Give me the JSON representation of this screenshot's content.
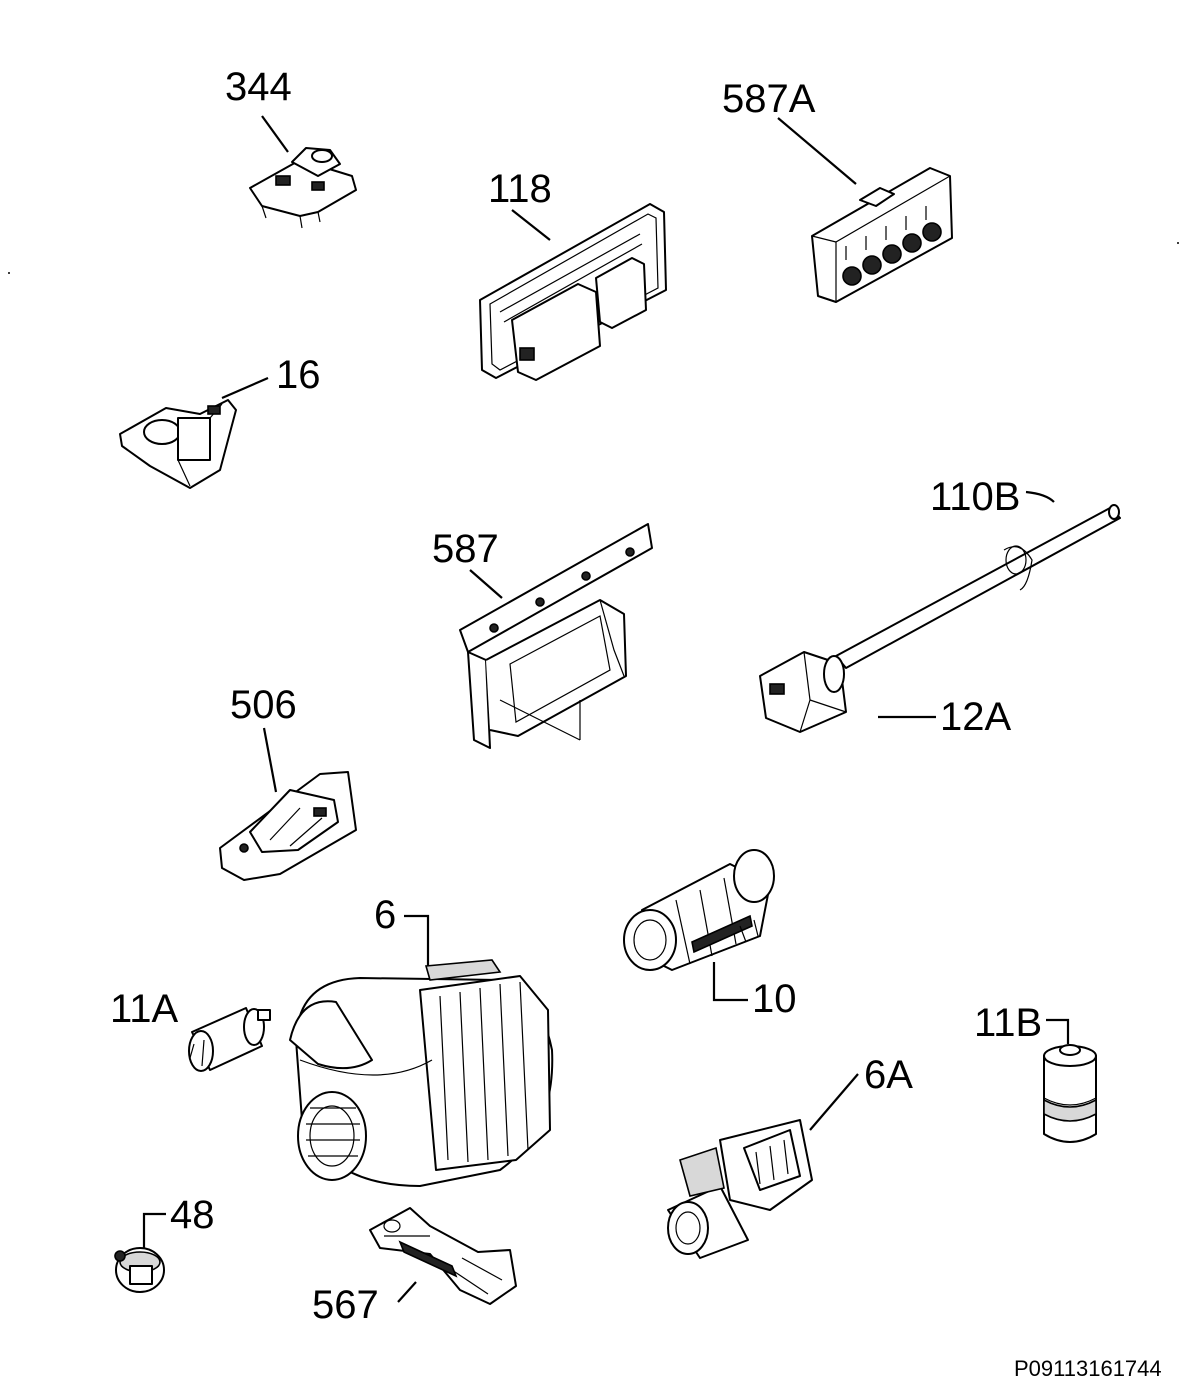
{
  "parts": [
    {
      "id": "344"
    },
    {
      "id": "587A"
    },
    {
      "id": "118"
    },
    {
      "id": "16"
    },
    {
      "id": "110B"
    },
    {
      "id": "587"
    },
    {
      "id": "12A"
    },
    {
      "id": "506"
    },
    {
      "id": "6"
    },
    {
      "id": "10"
    },
    {
      "id": "11A"
    },
    {
      "id": "11B"
    },
    {
      "id": "6A"
    },
    {
      "id": "48"
    },
    {
      "id": "567"
    }
  ],
  "diagram_code": "P09113161744"
}
